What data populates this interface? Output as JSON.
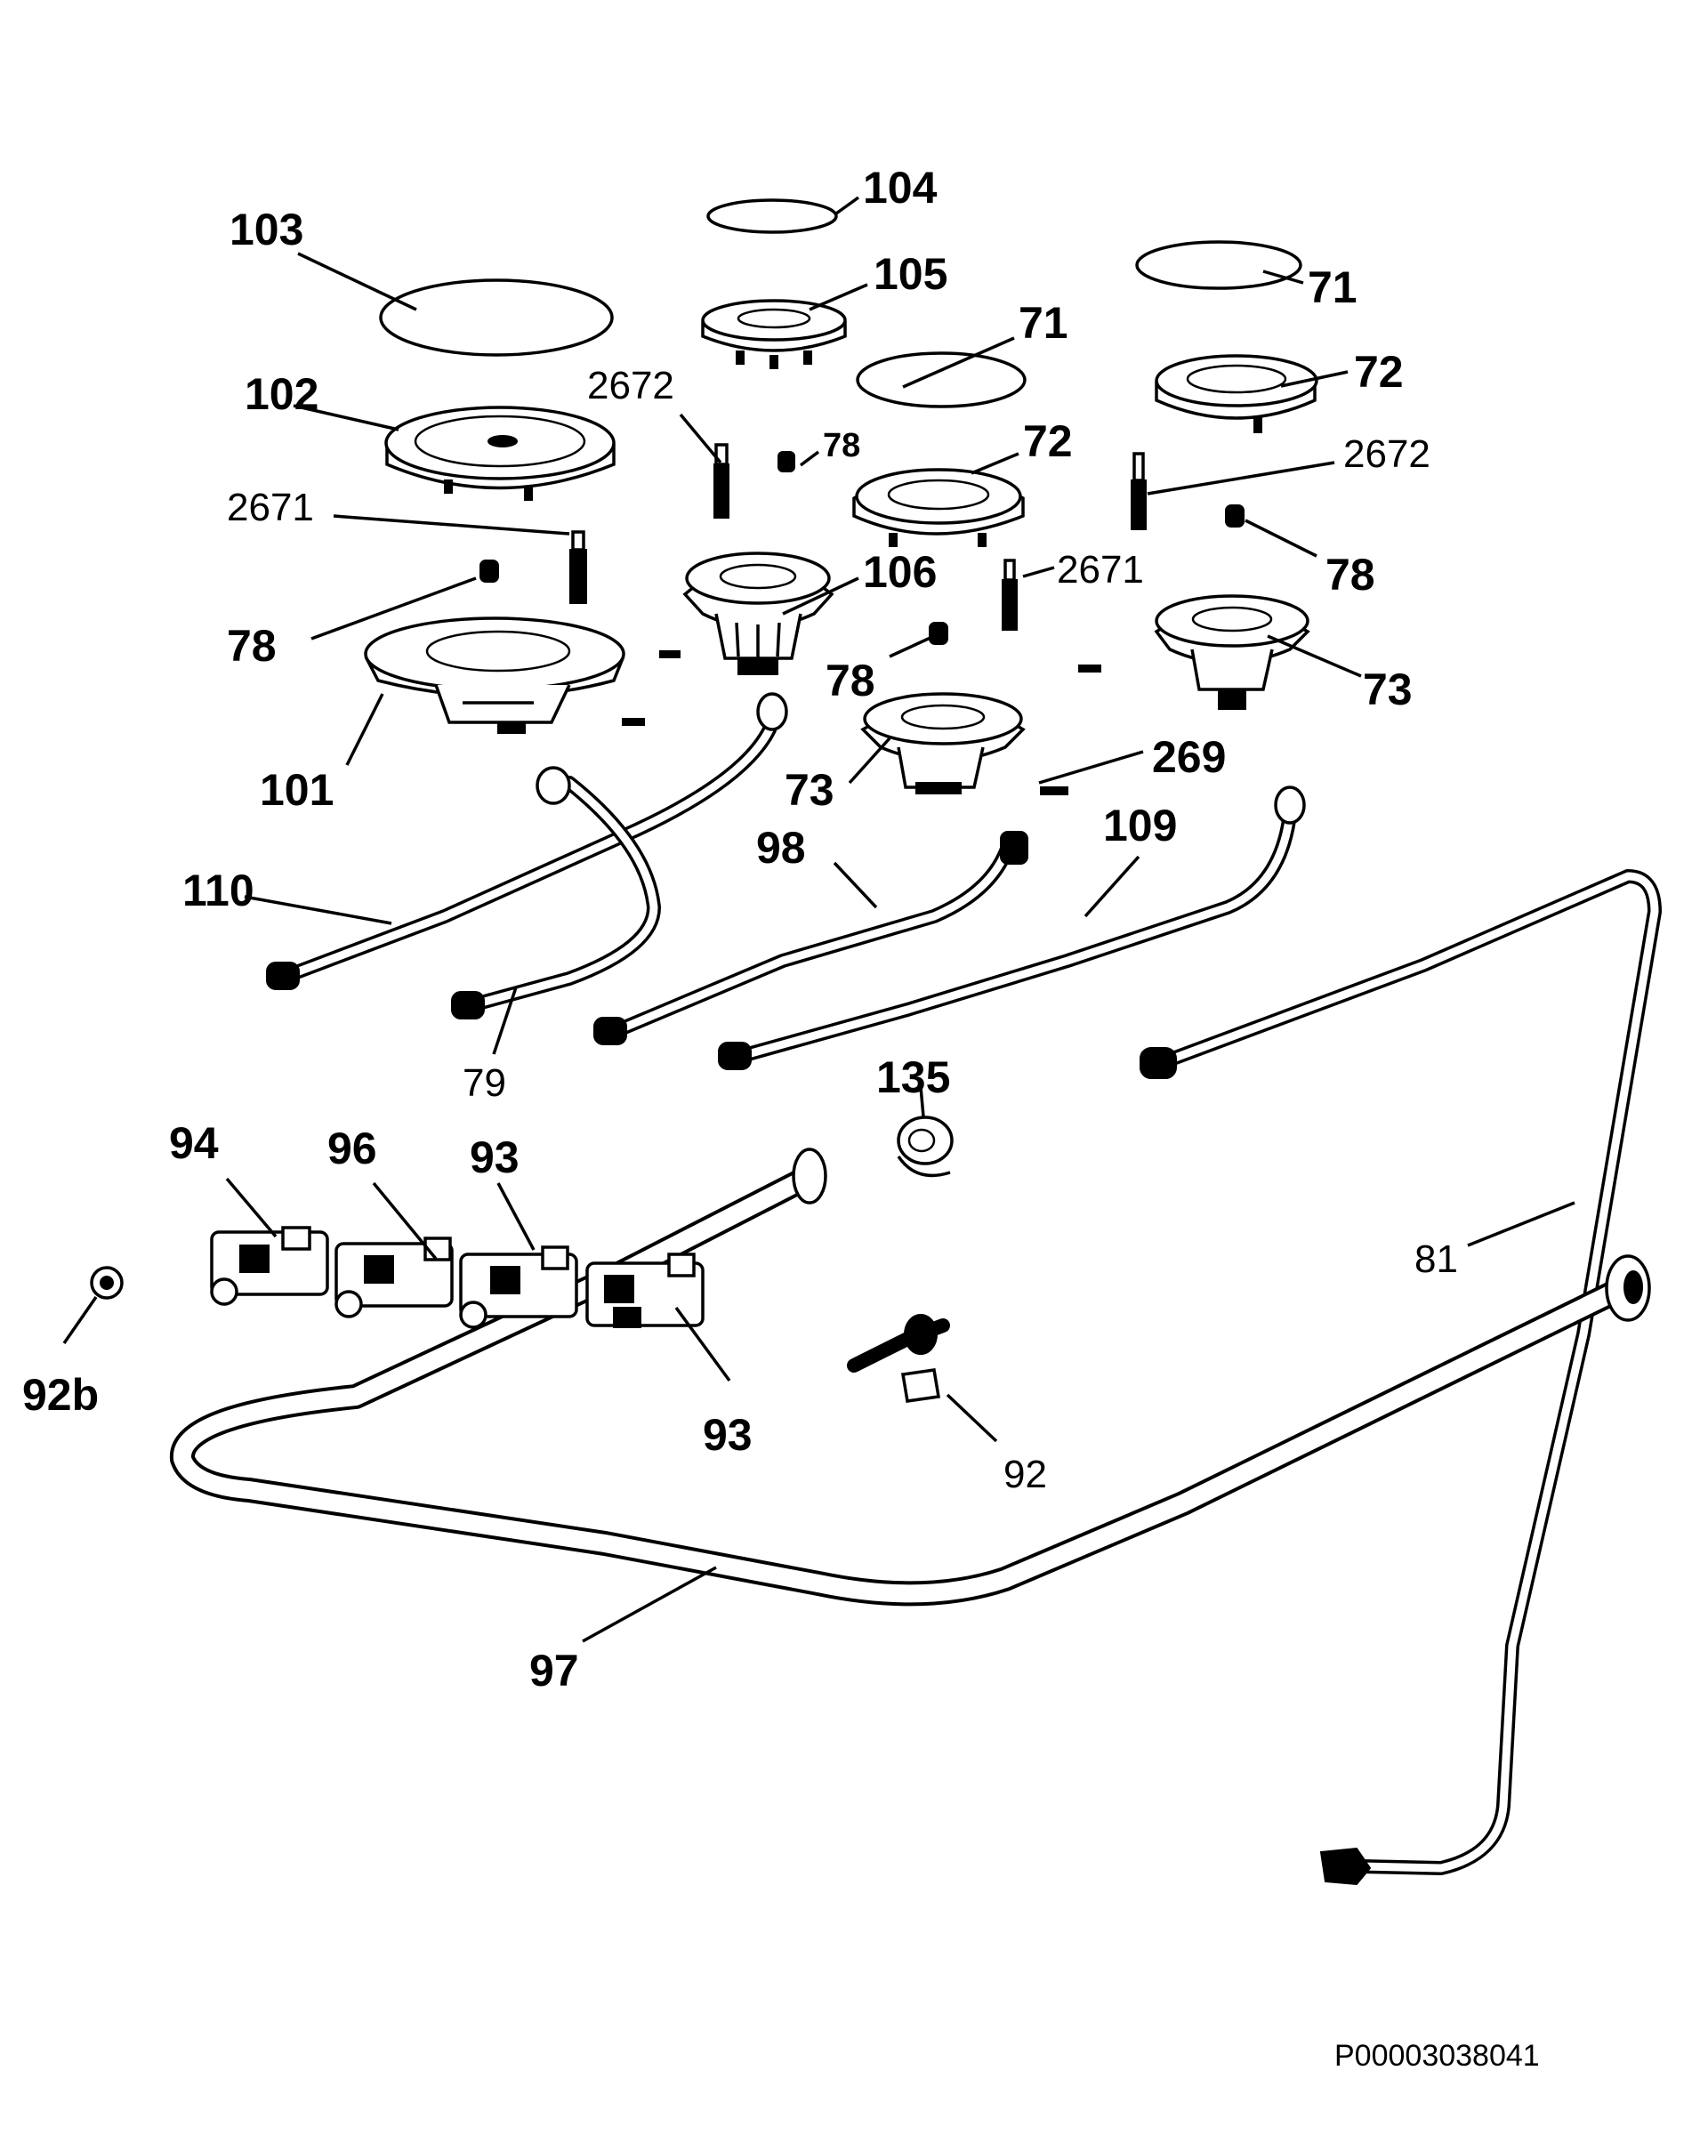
{
  "labels": {
    "l104": "104",
    "l103": "103",
    "l105": "105",
    "l71a": "71",
    "l71b": "71",
    "l72a": "72",
    "l72b": "72",
    "l102": "102",
    "l2672a": "2672",
    "l78a": "78",
    "l2672b": "2672",
    "l2671a": "2671",
    "l2671b": "2671",
    "l106": "106",
    "l78b": "78",
    "l78c": "78",
    "l78d": "78",
    "l73a": "73",
    "l73b": "73",
    "l101": "101",
    "l269": "269",
    "l110": "110",
    "l98": "98",
    "l109": "109",
    "l79": "79",
    "l135": "135",
    "l94": "94",
    "l96": "96",
    "l93a": "93",
    "l93b": "93",
    "l81": "81",
    "l92b": "92b",
    "l92": "92",
    "l97": "97"
  },
  "drawing_code": "P00003038041"
}
